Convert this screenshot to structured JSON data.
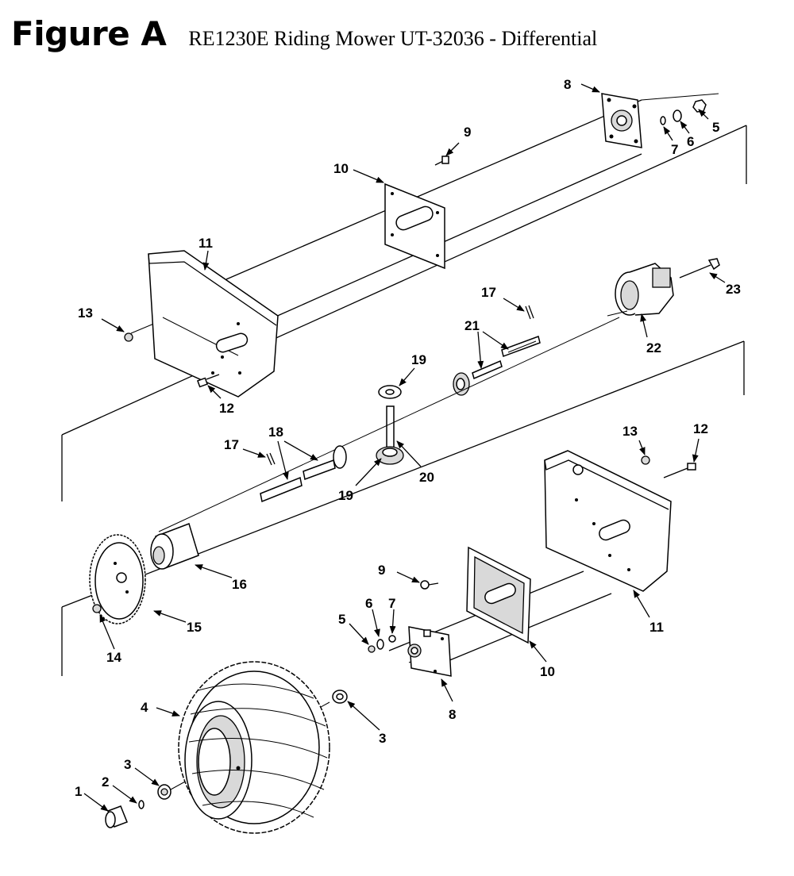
{
  "figure": {
    "label": "Figure A",
    "caption": "RE1230E Riding Mower UT-32036 - Differential"
  },
  "callouts": {
    "c1": "1",
    "c2": "2",
    "c3a": "3",
    "c3b": "3",
    "c4": "4",
    "c5a": "5",
    "c5b": "5",
    "c6a": "6",
    "c6b": "6",
    "c7a": "7",
    "c7b": "7",
    "c8a": "8",
    "c8b": "8",
    "c9a": "9",
    "c9b": "9",
    "c10a": "10",
    "c10b": "10",
    "c11a": "11",
    "c11b": "11",
    "c12a": "12",
    "c12b": "12",
    "c13a": "13",
    "c13b": "13",
    "c14": "14",
    "c15": "15",
    "c16": "16",
    "c17a": "17",
    "c17b": "17",
    "c18": "18",
    "c19a": "19",
    "c19b": "19",
    "c20": "20",
    "c21": "21",
    "c22": "22",
    "c23": "23"
  }
}
